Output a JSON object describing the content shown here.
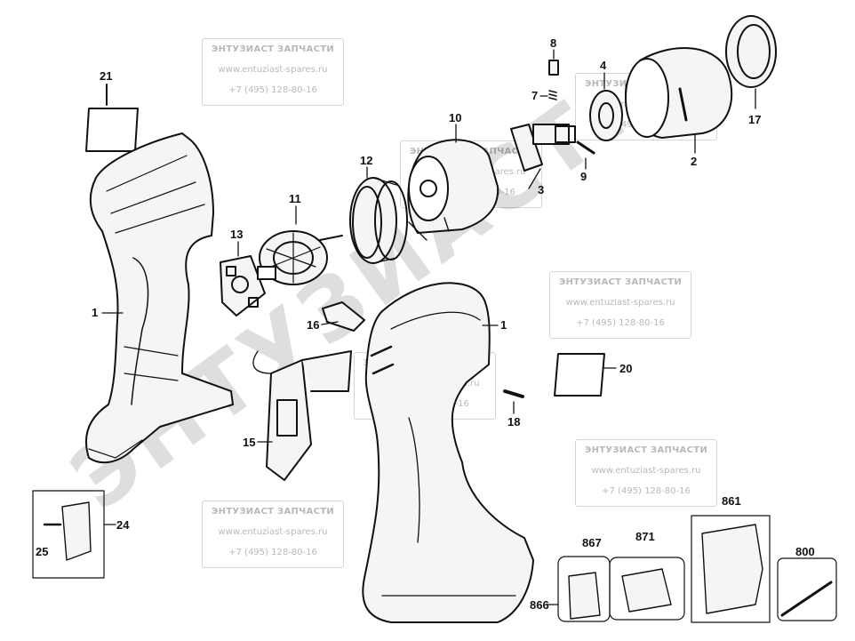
{
  "watermark_big": "ЭНТУЗИАСТ.",
  "watermark_box": {
    "title": "ЭНТУЗИАСТ ЗАПЧАСТИ",
    "site": "www.entuziast-spares.ru",
    "phone": "+7 (495) 128-80-16"
  },
  "callouts": {
    "c1a": "1",
    "c1b": "1",
    "c2": "2",
    "c3": "3",
    "c4": "4",
    "c7": "7",
    "c8": "8",
    "c9": "9",
    "c10": "10",
    "c11": "11",
    "c12": "12",
    "c13": "13",
    "c15": "15",
    "c16": "16",
    "c17": "17",
    "c18": "18",
    "c20": "20",
    "c21": "21",
    "c24": "24",
    "c25": "25",
    "c800": "800",
    "c861": "861",
    "c866": "866",
    "c867": "867",
    "c871": "871"
  }
}
